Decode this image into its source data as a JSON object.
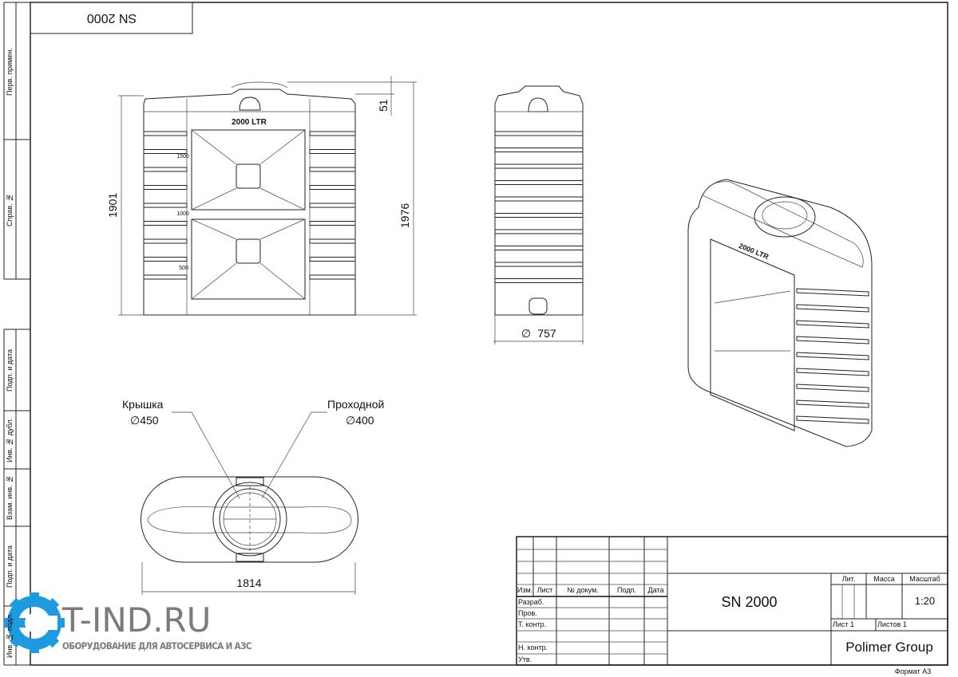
{
  "sheet": {
    "top_stamp": "SN 2000",
    "format": "Формат А3",
    "side_labels": [
      "Перв. примен.",
      "Справ. №",
      "Подп. и дата",
      "Инв. № дубл.",
      "Взам. инв. №",
      "Подп. и дата",
      "Инв. № подл."
    ]
  },
  "views": {
    "front": {
      "capacity_label": "2000 LTR",
      "level_marks": [
        "1500",
        "1000",
        "500"
      ],
      "dim_height_body": "1901",
      "dim_height_total": "1976",
      "dim_lid": "51"
    },
    "side": {
      "dim_width": "757",
      "diameter_symbol": "∅"
    },
    "top": {
      "dim_length": "1814",
      "lid_label": "Крышка",
      "lid_diameter": "∅450",
      "manhole_label": "Проходной",
      "manhole_diameter": "∅400"
    },
    "iso": {
      "capacity_label": "2000 LTR"
    }
  },
  "title_block": {
    "headers": [
      "Изм.",
      "Лист",
      "№ докум.",
      "Подп.",
      "Дата"
    ],
    "roles": [
      "Разраб.",
      "Пров.",
      "Т. контр.",
      "",
      "Н. контр.",
      "Утв."
    ],
    "designation": "SN 2000",
    "lit_label": "Лит.",
    "mass_label": "Масса",
    "scale_label": "Масштаб",
    "scale_value": "1:20",
    "sheet_label": "Лист 1",
    "sheets_label": "Листов 1",
    "organization": "Polimer Group"
  },
  "watermark": {
    "brand": "T-IND.RU",
    "tagline": "ОБОРУДОВАНИЕ ДЛЯ АВТОСЕРВИСА И АЗС",
    "brand_color": "#1e9be0",
    "text_color": "#7b7b7b"
  }
}
